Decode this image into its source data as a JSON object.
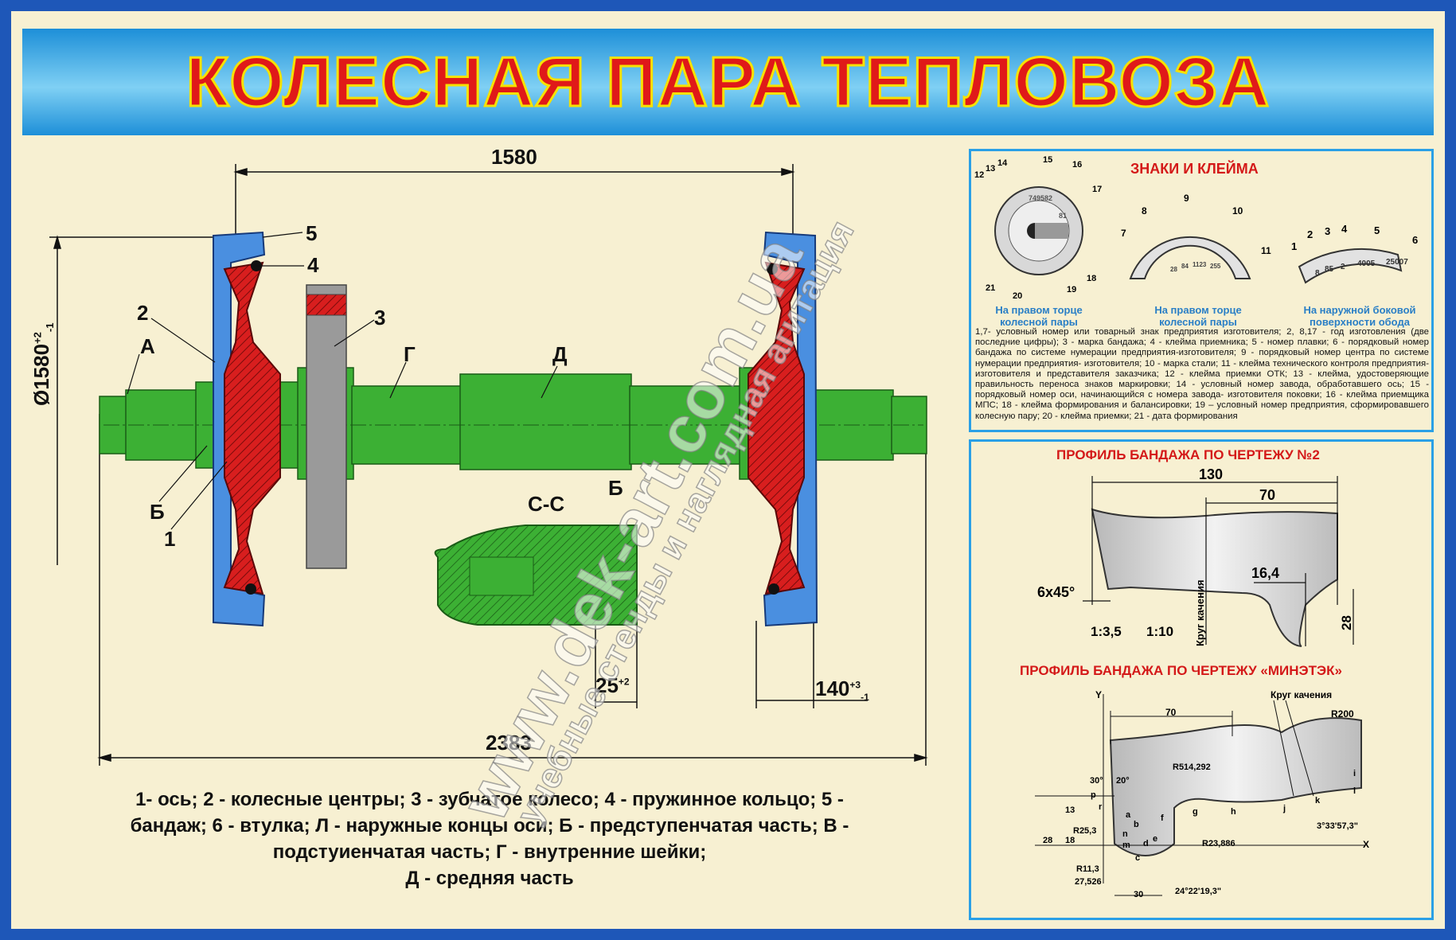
{
  "title": "КОЛЕСНАЯ ПАРА ТЕПЛОВОЗА",
  "colors": {
    "background": "#f7f0d2",
    "border": "#1e57b8",
    "axle": "#3cb034",
    "wheel_center": "#d81e1e",
    "tire": "#4a8fe0",
    "gear": "#9a9a9a",
    "title_text": "#e01919",
    "title_outline": "#f6e100"
  },
  "main_drawing": {
    "dims": {
      "top_span": "1580",
      "diameter": "Ø1580",
      "diameter_tol_upper": "+2",
      "diameter_tol_lower": "-1",
      "total_length": "2383",
      "gap": "140",
      "gap_tol_upper": "+3",
      "gap_tol_lower": "-1",
      "bore": "25",
      "bore_tol": "+2"
    },
    "callouts": [
      "5",
      "4",
      "2",
      "3",
      "А",
      "Г",
      "Д",
      "Б",
      "1"
    ],
    "section_label": "С-С",
    "section_letter": "Б"
  },
  "legend": [
    "1- ось; 2 - колесные центры; 3 - зубчатое колесо; 4 - пружинное кольцо; 5 -",
    "бандаж; 6 - втулка; Л - наружные концы оси; Б - предступенчатая часть; В -",
    "подстуиенчатая  часть;  Г  - внутренние шейки;",
    "Д - средняя часть"
  ],
  "marks_panel": {
    "title": "ЗНАКИ И КЛЕЙМА",
    "caption1": "На правом торце колесной пары",
    "caption2": "На правом торце колесной пары",
    "caption3": "На наружной боковой поверхности обода",
    "dial1_numbers": [
      "12",
      "13",
      "14",
      "15",
      "16",
      "17",
      "18",
      "19",
      "20",
      "21"
    ],
    "dial1_marks": [
      "749582",
      "81"
    ],
    "dial2_numbers": [
      "7",
      "8",
      "9",
      "10",
      "11"
    ],
    "dial2_marks": [
      "28",
      "84",
      "1123",
      "255"
    ],
    "dial3_numbers": [
      "1",
      "2",
      "3",
      "4",
      "5",
      "6"
    ],
    "dial3_marks": [
      "8",
      "85",
      "2",
      "4005",
      "25007"
    ],
    "note": "1,7- условный номер или товарный знак предприятия изготовителя; 2, 8,17 - год изготовления (две последние цифры); 3 - марка бандажа; 4 - клейма приемника; 5 - номер плавки; 6 - порядковый номер бандажа по системе нумерации предприятия-изготовителя; 9 - порядковый номер центра по системе нумерации предприятия- изготовителя; 10 - марка стали; 11 - клейма технического контроля предприятия-изготовителя и представителя заказчика; 12 - клейма приемки ОТК; 13 - клейма, удостоверяющие правильность переноса знаков маркировки; 14 - условный номер завода, обработавшего ось; 15 - порядковый номер оси, начинающийся с номера завода- изготовителя поковки; 16 - клейма приемщика МПС; 18 - клейма формирования и балансировки; 19 – условный номер предприятия, сформировавшего колесную пару; 20 - клейма приемки; 21 - дата формирования"
  },
  "profile_panel": {
    "title1": "ПРОФИЛЬ БАНДАЖА ПО ЧЕРТЕЖУ №2",
    "p1_dims": {
      "d130": "130",
      "d70": "70",
      "d16": "16,4",
      "chamfer": "6х45°",
      "taper1": "1:3,5",
      "taper2": "1:10",
      "circle": "Круг качения",
      "h28": "28"
    },
    "title2": "ПРОФИЛЬ БАНДАЖА ПО ЧЕРТЕЖУ «МИНЭТЭК»",
    "p2_labels": {
      "y": "Y",
      "x": "X",
      "d70": "70",
      "circle": "Круг качения",
      "r200": "R200",
      "r514": "R514,292",
      "r25": "R25,3",
      "r23": "R23,886",
      "r11": "R11,3",
      "d27": "27,526",
      "d30": "30",
      "a30": "30°",
      "a20": "20°",
      "ang1": "3°33'57,3\"",
      "ang2": "24°22'19,3\"",
      "h13": "13",
      "h18": "18",
      "h28": "28",
      "pts": [
        "p",
        "r",
        "a",
        "b",
        "n",
        "m",
        "c",
        "d",
        "e",
        "f",
        "g",
        "h",
        "j",
        "k",
        "i",
        "l"
      ]
    }
  },
  "watermark": {
    "line1": "www.dek-art.com.ua",
    "line2": "учебные стенды и наглядная агитация"
  }
}
